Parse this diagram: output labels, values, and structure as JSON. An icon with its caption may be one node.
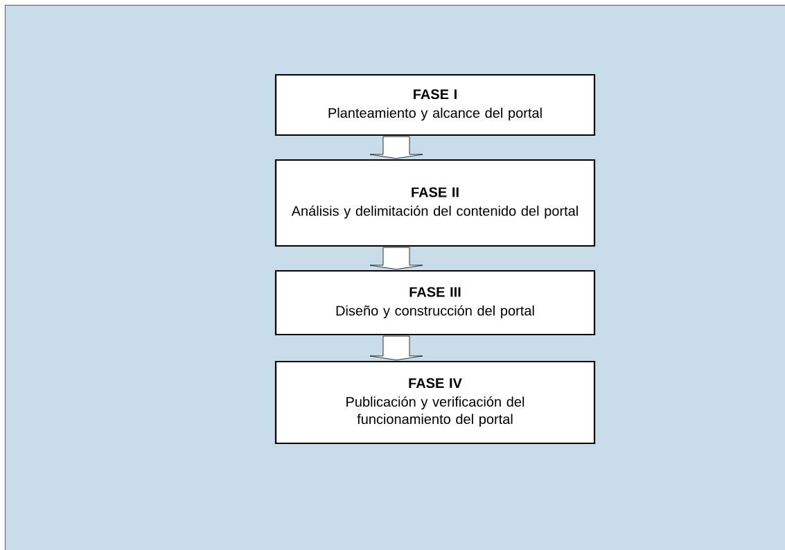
{
  "diagram": {
    "nodes": [
      {
        "text": [
          "FASE I",
          "Planteamiento y alcance del portal"
        ]
      },
      {
        "text": [
          "FASE II",
          "Análisis y delimitación del contenido del portal"
        ]
      },
      {
        "text": [
          "FASE III",
          "Diseño y construcción del portal"
        ]
      },
      {
        "text": [
          "FASE IV",
          "Publicación y verificación del funcionamiento del portal"
        ]
      }
    ],
    "edges": [
      {
        "from": 0,
        "to": 1,
        "arrow": "to"
      },
      {
        "from": 1,
        "to": 2,
        "arrow": "to"
      },
      {
        "from": 2,
        "to": 3,
        "arrow": "to"
      }
    ]
  }
}
